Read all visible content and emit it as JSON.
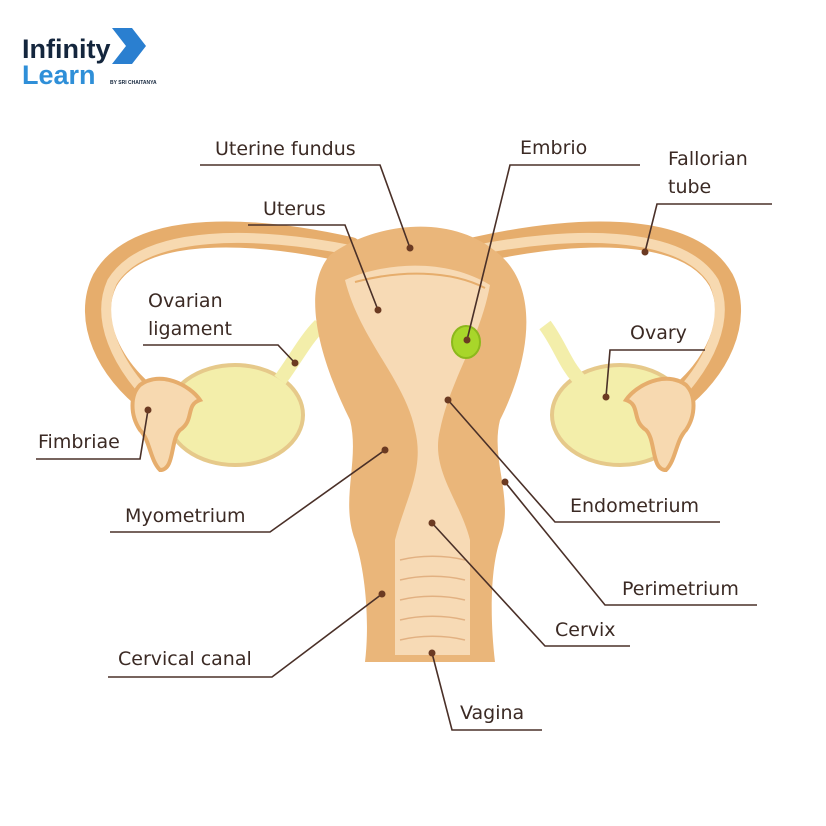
{
  "logo": {
    "line1": "Infinity",
    "line2": "Learn",
    "tagline": "BY SRI CHAITANYA"
  },
  "labels": {
    "uterine_fundus": "Uterine fundus",
    "embrio": "Embrio",
    "fallorian_tube_1": "Fallorian",
    "fallorian_tube_2": "tube",
    "uterus": "Uterus",
    "ovarian_ligament_1": "Ovarian",
    "ovarian_ligament_2": "ligament",
    "ovary": "Ovary",
    "fimbriae": "Fimbriae",
    "myometrium": "Myometrium",
    "endometrium": "Endometrium",
    "perimetrium": "Perimetrium",
    "cervix": "Cervix",
    "cervical_canal": "Cervical canal",
    "vagina": "Vagina"
  },
  "colors": {
    "outer": "#e9b275",
    "inner": "#f7d9b0",
    "ovary": "#f3eeaa",
    "embryo": "#a8d62a",
    "text": "#3b2a24"
  }
}
